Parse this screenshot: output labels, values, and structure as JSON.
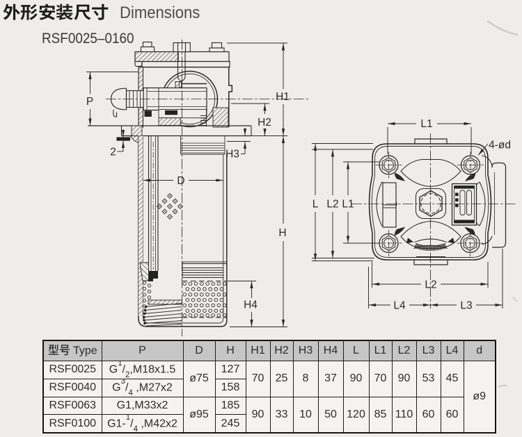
{
  "header": {
    "title_zh": "外形安装尺寸",
    "title_en": "Dimensions",
    "model_range": "RSF0025–0160"
  },
  "side_view": {
    "labels": {
      "p": "P",
      "plate_gap": "2",
      "d": "D",
      "h1": "H1",
      "h2": "H2",
      "h3": "H3",
      "h4": "H4",
      "h": "H"
    }
  },
  "top_view": {
    "labels": {
      "l1_top": "L1",
      "bolt_note": "4-ød",
      "l_left": "L",
      "l2_left": "L2",
      "l1_left": "L1",
      "l2_bottom": "L2",
      "l4": "L4",
      "l3": "L3"
    }
  },
  "table": {
    "headers": [
      "型号 Type",
      "P",
      "D",
      "H",
      "H1",
      "H2",
      "H3",
      "H4",
      "L",
      "L1",
      "L2",
      "L3",
      "L4",
      "d"
    ],
    "rows": [
      {
        "type": "RSF0025",
        "p": "G1/2,M18x1.5",
        "h": "127"
      },
      {
        "type": "RSF0040",
        "p": "G3/4 ,M27x2",
        "h": "158"
      },
      {
        "type": "RSF0063",
        "p": "G1,M33x2",
        "h": "185"
      },
      {
        "type": "RSF0100",
        "p": "G1-1/4 ,M42x2",
        "h": "245"
      }
    ],
    "merged_groups": [
      {
        "rows": [
          0,
          1
        ],
        "d": "ø75",
        "h1": "70",
        "h2": "25",
        "h3": "8",
        "h4": "37",
        "l": "90",
        "l1": "70",
        "l2": "90",
        "l3": "53",
        "l4": "45"
      },
      {
        "rows": [
          2,
          3
        ],
        "d": "ø95",
        "h1": "90",
        "h2": "33",
        "h3": "10",
        "h4": "50",
        "l": "120",
        "l1": "85",
        "l2": "110",
        "l3": "60",
        "l4": "60"
      }
    ],
    "d_all_rows": "ø9"
  },
  "colors": {
    "ink": "#2a2a2a",
    "paper": "#eeedeb",
    "table_header_bg": "#c6c6c6",
    "table_cell_bg": "#f4f3f1"
  }
}
